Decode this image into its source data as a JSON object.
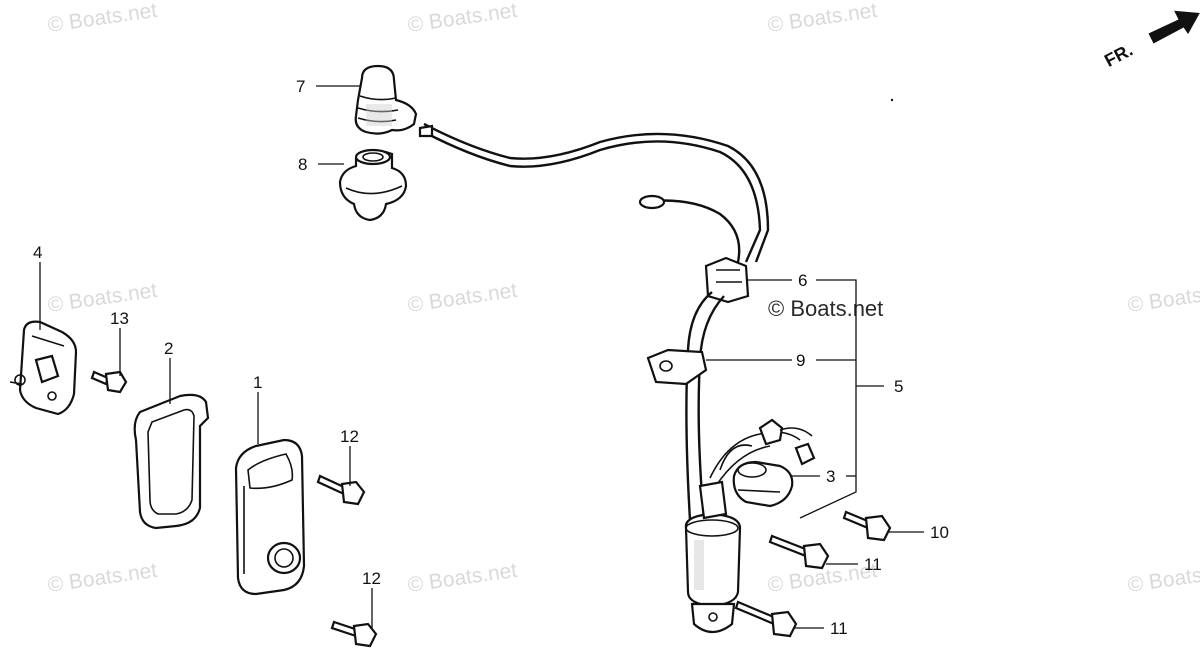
{
  "watermark": "© Boats.net",
  "orientation_label": "FR.",
  "callouts": {
    "c1": "1",
    "c2": "2",
    "c3": "3",
    "c4": "4",
    "c5": "5",
    "c6": "6",
    "c7": "7",
    "c8": "8",
    "c9": "9",
    "c10": "10",
    "c11a": "11",
    "c11b": "11",
    "c12a": "12",
    "c12b": "12",
    "c13": "13"
  },
  "colors": {
    "line": "#111111",
    "watermark_faint": "#d9d9d9",
    "background": "#ffffff"
  }
}
